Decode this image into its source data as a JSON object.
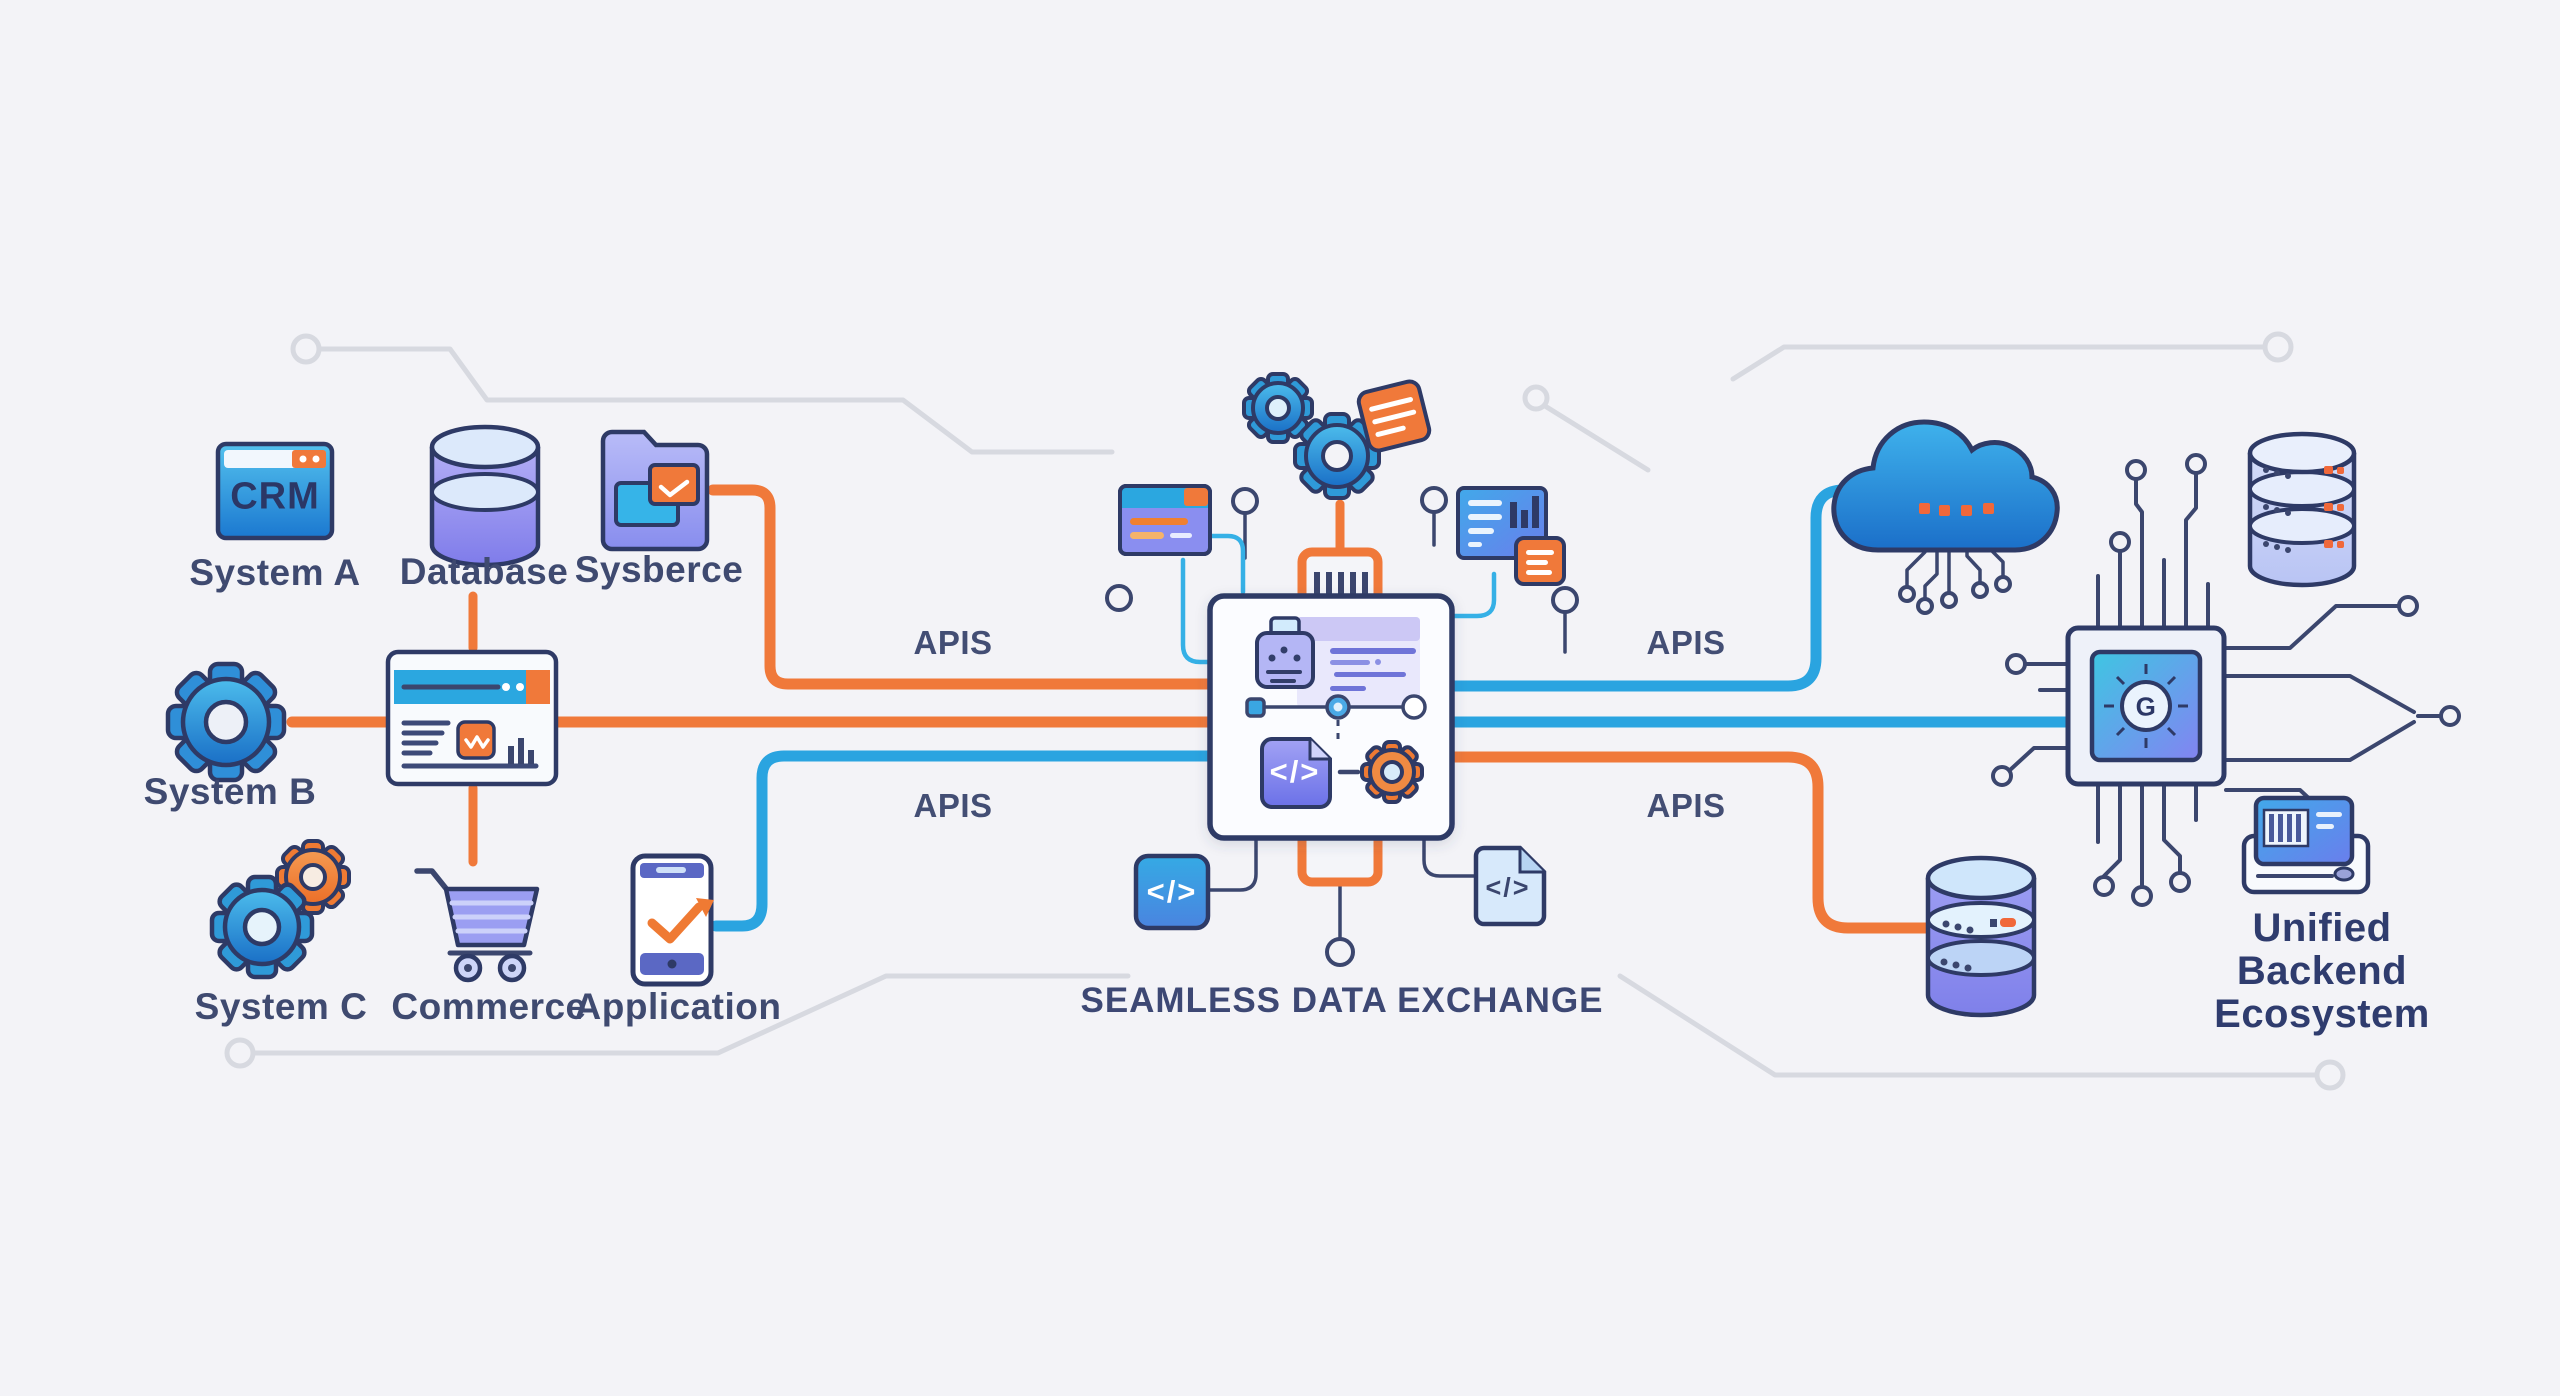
{
  "colors": {
    "background": "#f3f3f7",
    "orange": "#f0793a",
    "blue_line": "#2aa4e0",
    "navy": "#2e3a66",
    "purple": "#8e90f0",
    "gray_trace": "#d7d9e0",
    "label_text": "#3f4a70"
  },
  "left_systems": [
    {
      "label": "System A",
      "icon": "crm-window-icon",
      "badge": "CRM"
    },
    {
      "label": "Database",
      "icon": "database-icon"
    },
    {
      "label": "Sysberce",
      "icon": "folder-icon"
    },
    {
      "label": "System B",
      "icon": "gear-icon"
    },
    {
      "label": "Commerce",
      "icon": "shopping-cart-icon"
    },
    {
      "label": "System C",
      "icon": "double-gear-icon"
    },
    {
      "label": "Application",
      "icon": "mobile-phone-icon"
    }
  ],
  "api_labels": {
    "left_top": "APIS",
    "left_bottom": "APIS",
    "right_top": "APIS",
    "right_bottom": "APIS"
  },
  "hub": {
    "caption": "SEAMLESS DATA EXCHANGE",
    "code_glyph": "</>",
    "code_tile_glyph": "</>",
    "code_page_glyph": "</>"
  },
  "right_group": {
    "caption": "Unified\nBackend\nEcosystem",
    "chip_glyph": "G"
  }
}
